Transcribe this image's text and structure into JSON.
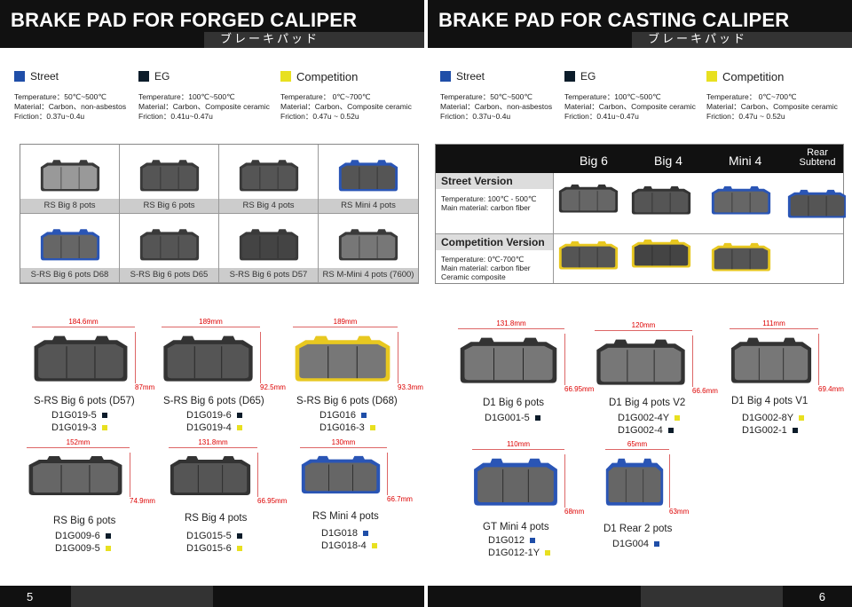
{
  "left": {
    "title": "BRAKE PAD FOR FORGED CALIPER",
    "kana": "ブレーキパッド",
    "page": "5",
    "grades": [
      {
        "name": "Street",
        "color": "#1f4ea8",
        "lines": [
          "Temperature：50℃~500℃",
          "Material：Carbon、non-asbestos",
          "Friction：0.37u~0.4u"
        ]
      },
      {
        "name": "EG",
        "color": "#0c1c2a",
        "lines": [
          "Temperature：100℃~500℃",
          "Material：Carbon、Composite ceramic",
          "Friction：0.41u~0.47u"
        ]
      },
      {
        "name": "Competition",
        "color": "#e8e020",
        "lines": [
          "Temperature： 0℃~700℃",
          "Material：Carbon、Composite ceramic",
          "Friction：0.47u ~ 0.52u"
        ]
      }
    ],
    "photos": [
      {
        "label": "RS Big 8 pots",
        "pad": "#999"
      },
      {
        "label": "RS Big 6 pots",
        "pad": "#555"
      },
      {
        "label": "RS Big 4 pots",
        "pad": "#555"
      },
      {
        "label": "RS Mini 4 pots",
        "pad": "#555",
        "backing": "#2a55b5"
      },
      {
        "label": "S-RS Big 6 pots D68",
        "pad": "#666",
        "backing": "#2a55b5"
      },
      {
        "label": "S-RS Big 6 pots D65",
        "pad": "#555"
      },
      {
        "label": "S-RS Big 6 pots D57",
        "pad": "#444"
      },
      {
        "label": "RS M-Mini 4 pots (7600)",
        "pad": "#777"
      }
    ],
    "figures": [
      {
        "width": "184.6mm",
        "height": "87mm",
        "name": "S-RS Big 6 pots (D57)",
        "codes": [
          {
            "code": "D1G019-5",
            "color": "#0c1c2a"
          },
          {
            "code": "D1G019-3",
            "color": "#e8e020"
          }
        ]
      },
      {
        "width": "189mm",
        "height": "92.5mm",
        "name": "S-RS Big 6 pots (D65)",
        "codes": [
          {
            "code": "D1G019-6",
            "color": "#0c1c2a"
          },
          {
            "code": "D1G019-4",
            "color": "#e8e020"
          }
        ]
      },
      {
        "width": "189mm",
        "height": "93.3mm",
        "name": "S-RS Big 6 pots (D68)",
        "codes": [
          {
            "code": "D1G016",
            "color": "#1f4ea8"
          },
          {
            "code": "D1G016-3",
            "color": "#e8e020"
          }
        ]
      },
      {
        "width": "152mm",
        "height": "74.9mm",
        "name": "RS Big 6 pots",
        "codes": [
          {
            "code": "D1G009-6",
            "color": "#0c1c2a"
          },
          {
            "code": "D1G009-5",
            "color": "#e8e020"
          }
        ]
      },
      {
        "width": "131.8mm",
        "height": "66.95mm",
        "name": "RS Big 4 pots",
        "codes": [
          {
            "code": "D1G015-5",
            "color": "#0c1c2a"
          },
          {
            "code": "D1G015-6",
            "color": "#e8e020"
          }
        ]
      },
      {
        "width": "130mm",
        "height": "66.7mm",
        "name": "RS Mini 4 pots",
        "codes": [
          {
            "code": "D1G018",
            "color": "#1f4ea8"
          },
          {
            "code": "D1G018-4",
            "color": "#e8e020"
          }
        ]
      }
    ]
  },
  "right": {
    "title": "BRAKE PAD FOR CASTING CALIPER",
    "kana": "ブレーキパッド",
    "page": "6",
    "grades": [
      {
        "name": "Street",
        "color": "#1f4ea8",
        "lines": [
          "Temperature：50℃~500℃",
          "Material：Carbon、non-asbestos",
          "Friction：0.37u~0.4u"
        ]
      },
      {
        "name": "EG",
        "color": "#0c1c2a",
        "lines": [
          "Temperature：100℃~500℃",
          "Material：Carbon、Composite ceramic",
          "Friction：0.41u~0.47u"
        ]
      },
      {
        "name": "Competition",
        "color": "#e8e020",
        "lines": [
          "Temperature： 0℃~700℃",
          "Material：Carbon、Composite ceramic",
          "Friction：0.47u ~ 0.52u"
        ]
      }
    ],
    "table": {
      "columns": [
        "Big 6",
        "Big 4",
        "Mini 4",
        "Rear Subtend"
      ],
      "street_label": "Street Version",
      "street_lines": [
        "Temperature: 100℃ - 500℃",
        "Main material: carbon fiber"
      ],
      "comp_label": "Competition Version",
      "comp_lines": [
        "Temperature:  0℃-700℃",
        "Main material: carbon fiber",
        "Ceramic composite"
      ]
    },
    "figures": [
      {
        "width": "131.8mm",
        "height": "66.95mm",
        "name": "D1 Big 6 pots",
        "codes": [
          {
            "code": "D1G001-5",
            "color": "#0c1c2a"
          }
        ]
      },
      {
        "width": "120mm",
        "height": "66.6mm",
        "name": "D1 Big 4 pots V2",
        "codes": [
          {
            "code": "D1G002-4Y",
            "color": "#e8e020"
          },
          {
            "code": "D1G002-4",
            "color": "#0c1c2a"
          }
        ]
      },
      {
        "width": "111mm",
        "height": "69.4mm",
        "name": "D1 Big 4 pots V1",
        "codes": [
          {
            "code": "D1G002-8Y",
            "color": "#e8e020"
          },
          {
            "code": "D1G002-1",
            "color": "#0c1c2a"
          }
        ]
      },
      {
        "width": "110mm",
        "height": "68mm",
        "name": "GT Mini 4 pots",
        "codes": [
          {
            "code": "D1G012",
            "color": "#1f4ea8"
          },
          {
            "code": "D1G012-1Y",
            "color": "#e8e020"
          }
        ]
      },
      {
        "width": "65mm",
        "height": "63mm",
        "name": "D1 Rear 2 pots",
        "codes": [
          {
            "code": "D1G004",
            "color": "#1f4ea8"
          }
        ]
      }
    ]
  }
}
